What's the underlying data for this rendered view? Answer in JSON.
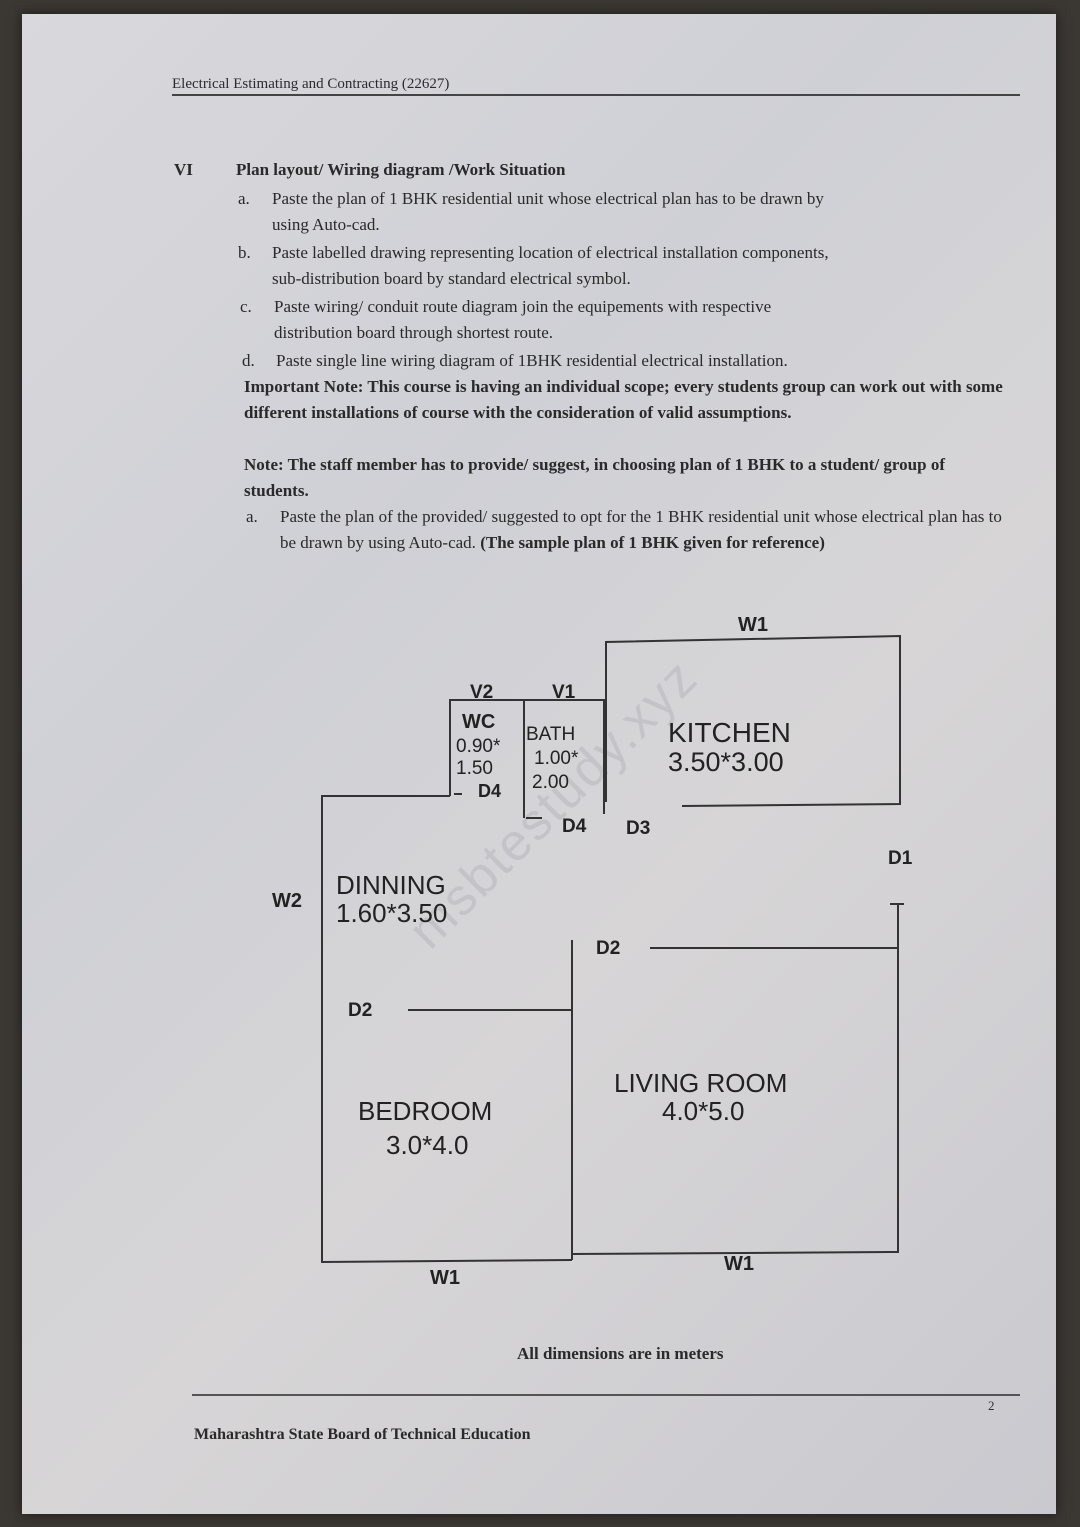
{
  "header": {
    "title": "Electrical Estimating and Contracting (22627)"
  },
  "section": {
    "number": "VI",
    "title": "Plan layout/ Wiring diagram /Work Situation",
    "items": [
      {
        "label": "a.",
        "line1": "Paste the plan of 1 BHK residential unit whose electrical plan has to be drawn by",
        "line2": "using Auto-cad."
      },
      {
        "label": "b.",
        "line1": "Paste labelled drawing representing location of electrical installation components,",
        "line2": "sub-distribution board by standard electrical symbol."
      },
      {
        "label": "c.",
        "line1": "Paste wiring/ conduit route diagram join the equipements with respective",
        "line2": "distribution board through shortest route."
      },
      {
        "label": "d.",
        "line1": "Paste single line wiring diagram of 1BHK residential electrical installation.",
        "line2": ""
      }
    ],
    "important_note": "Important Note: This course is having an individual scope; every students group can work out with some different installations of course with the consideration of valid assumptions.",
    "staff_note": "Note: The staff member has to provide/ suggest, in choosing plan of 1 BHK to a student/ group of students.",
    "item_a2": {
      "label": "a.",
      "text": "Paste the plan of the provided/ suggested to opt for the 1 BHK residential unit whose electrical plan has to be drawn by using Auto-cad.",
      "bold": "(The sample plan of 1 BHK given for reference)"
    }
  },
  "plan": {
    "rooms": {
      "kitchen": {
        "name": "KITCHEN",
        "dims": "3.50*3.00"
      },
      "wc": {
        "name": "WC",
        "dims1": "0.90*",
        "dims2": "1.50"
      },
      "bath": {
        "name": "BATH",
        "dims1": "1.00*",
        "dims2": "2.00"
      },
      "dinning": {
        "name": "DINNING",
        "dims": "1.60*3.50"
      },
      "bedroom": {
        "name": "BEDROOM",
        "dims": "3.0*4.0"
      },
      "living": {
        "name": "LIVING ROOM",
        "dims": "4.0*5.0"
      }
    },
    "labels": {
      "w1_top": "W1",
      "v2": "V2",
      "v1": "V1",
      "d4_wc": "D4",
      "d4_bath": "D4",
      "d3": "D3",
      "d1": "D1",
      "w2": "W2",
      "d2_living": "D2",
      "d2_bedroom": "D2",
      "w1_bottom_left": "W1",
      "w1_bottom_right": "W1"
    }
  },
  "footer": {
    "caption": "All dimensions are in meters",
    "page_number": "2",
    "board": "Maharashtra State Board of Technical Education"
  },
  "watermark": "msbtestudy.xyz"
}
